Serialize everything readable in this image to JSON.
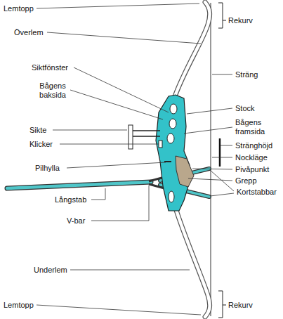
{
  "diagram": {
    "labels": [
      "Lemtopp",
      "Överlem",
      "Siktfönster",
      "Bågens baksida",
      "Sikte",
      "Klicker",
      "Pilhylla",
      "Långstab",
      "V-bar",
      "Underlem",
      "Lemtopp",
      "Rekurv",
      "Sträng",
      "Stock",
      "Bågens framsida",
      "Stränghöjd",
      "Nockläge",
      "Pivåpunkt",
      "Grepp",
      "Kortstabbar",
      "Rekurv"
    ]
  }
}
